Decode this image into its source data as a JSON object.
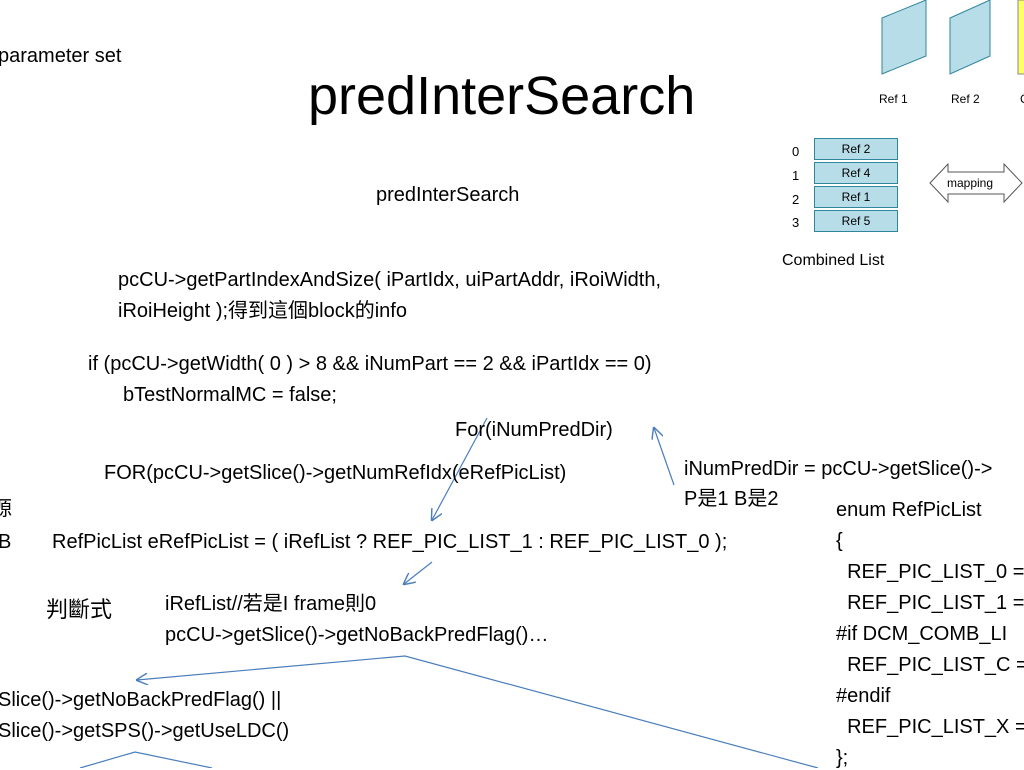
{
  "slide": {
    "corner_text": "parameter set",
    "title": "predInterSearch",
    "subtitle": "predInterSearch",
    "line_getpart_1": "pcCU->getPartIndexAndSize( iPartIdx, uiPartAddr, iRoiWidth,",
    "line_getpart_2": "iRoiHeight );得到這個block的info",
    "line_if": "if (pcCU->getWidth( 0 ) > 8 && iNumPart == 2 && iPartIdx == 0)",
    "line_btest": "bTestNormalMC = false;",
    "line_for_pred": "For(iNumPredDir)",
    "line_for_ref": "FOR(pcCU->getSlice()->getNumRefIdx(eRefPicList)",
    "line_numpred_1": "iNumPredDir = pcCU->getSlice()->",
    "line_numpred_2": "P是1 B是2",
    "left_cut_1": "源",
    "left_cut_2": "B",
    "line_reflist": "RefPicList  eRefPicList = ( iRefList ? REF_PIC_LIST_1 : REF_PIC_LIST_0 );",
    "label_judge": "判斷式",
    "line_ireflist_1": "iRefList//若是I frame則0",
    "line_ireflist_2": "pcCU->getSlice()->getNoBackPredFlag()…",
    "line_bottom_1": "Slice()->getNoBackPredFlag() ||",
    "line_bottom_2": "Slice()->getSPS()->getUseLDC()",
    "enum_lines": [
      "enum RefPicList",
      "{",
      "  REF_PIC_LIST_0 =",
      "  REF_PIC_LIST_1 =",
      "#if DCM_COMB_LI",
      "  REF_PIC_LIST_C =",
      "#endif",
      "  REF_PIC_LIST_X =",
      "};"
    ]
  },
  "diagram": {
    "ref_labels": [
      "Ref 1",
      "Ref 2",
      "C"
    ],
    "indices": [
      "0",
      "1",
      "2",
      "3"
    ],
    "list_cells": [
      "Ref 2",
      "Ref 4",
      "Ref 1",
      "Ref 5"
    ],
    "mapping_label": "mapping",
    "combined_caption": "Combined List",
    "colors": {
      "cell_fill": "#b7dde8",
      "cell_border": "#31859c",
      "frame_fill": "#b7dde8",
      "arrow": "#4a7ebb"
    }
  }
}
